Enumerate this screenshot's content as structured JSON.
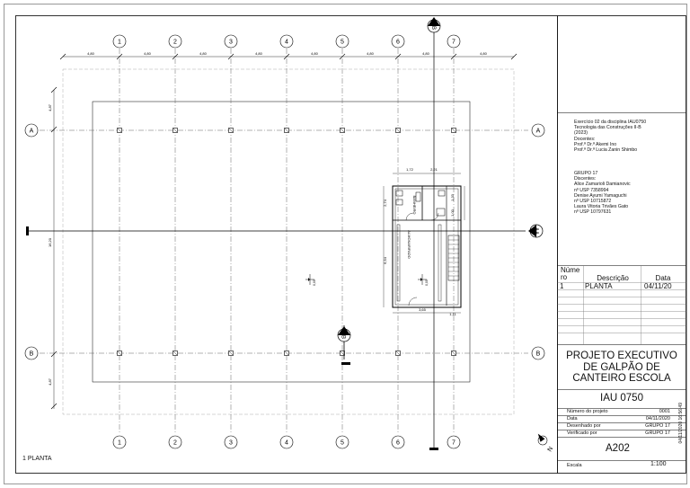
{
  "grid": {
    "columns": [
      "1",
      "2",
      "3",
      "4",
      "5",
      "6",
      "7"
    ],
    "rows": [
      "A",
      "B"
    ],
    "column_spacings": [
      "4,80",
      "4,80",
      "4,80",
      "4,80",
      "4,80",
      "4,80",
      "4,80"
    ],
    "row_dims": [
      "4,87",
      "16,20",
      "4,87"
    ],
    "bay_size": "4,80"
  },
  "sections": {
    "aa": "AA",
    "bb": "BB"
  },
  "room_labels": {
    "wc": "BANHEIRO",
    "storage": "ALMOXARIFADO"
  },
  "room_dims": {
    "d1": "1,72",
    "d2": "2,21",
    "d3": "1,33",
    "d4": "1,00",
    "d5": "2,74",
    "d6": "6,54",
    "d7": "3,65",
    "d8": "1,11"
  },
  "levels": {
    "main": "0,00",
    "annex": "0,00"
  },
  "notes": {
    "course": [
      "Exercício 02 da disciplina IAU0750",
      "Tecnologia das Construções II-B",
      "(2023)",
      "Docentes:",
      "Prof.ª Dr.ª Akemi Ino",
      "Prof.ª Dr.ª Lucia Zanin Shimbo"
    ],
    "group": [
      "GRUPO 17",
      "Discentes:",
      "Alice Zamarioli Damianovic",
      "nº USP 7358994",
      "Denise Ayumi Yamaguchi",
      "nº USP 10715872",
      "Laura Vitoria Trivães Gato",
      "nº USP 10797631"
    ]
  },
  "revisions": {
    "headers": [
      "Núme ro",
      "Descrição",
      "Data"
    ],
    "rows": [
      [
        "1",
        "PLANTA",
        "04/11/20"
      ]
    ]
  },
  "title_block": {
    "title_lines": [
      "PROJETO EXECUTIVO",
      "DE GALPÃO DE",
      "CANTEIRO ESCOLA"
    ],
    "code": "IAU 0750",
    "fields": [
      {
        "label": "Número do projeto",
        "value": "0001"
      },
      {
        "label": "Data",
        "value": "04/11/2020"
      },
      {
        "label": "Desenhado por",
        "value": "GRUPO 17"
      },
      {
        "label": "Verificado por",
        "value": "GRUPO 17"
      }
    ],
    "sheet_number": "A202",
    "scale_label": "Escala",
    "scale_value": "1:100"
  },
  "view_label": "1  PLANTA",
  "print_stamp": "04/11/2020 16:56:49",
  "north_label": "N",
  "colors": {
    "line": "#000000",
    "grid": "#555555",
    "light": "#888888",
    "border": "#000000"
  }
}
